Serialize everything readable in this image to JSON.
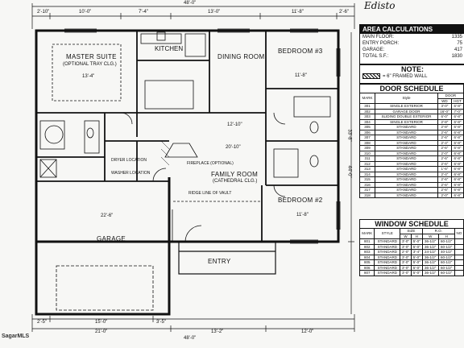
{
  "title_handwritten": "Edisto",
  "dimensions": {
    "top_overall": "48'-0\"",
    "top_parts": [
      "2'-10\"",
      "10'-0\"",
      "7'-4\"",
      "13'-0\"",
      "11'-8\"",
      "2'-6\""
    ],
    "bottom_overall": "48'-0\"",
    "bottom_parts": [
      "21'-0\"",
      "13'-2\"",
      "12'-0\""
    ],
    "bottom_inner": [
      "2'-5\"",
      "15'-0\"",
      "3'-5\""
    ],
    "right_side": [
      "33'-8\"",
      "44'-0\""
    ]
  },
  "rooms": {
    "master_suite": "MASTER SUITE",
    "master_note": "(OPTIONAL TRAY CLG.)",
    "master_dim": "13'-4\"",
    "kitchen": "KITCHEN",
    "dining": "DINING ROOM",
    "dining_dim": "12'-10\"",
    "bedroom3": "BEDROOM #3",
    "bedroom3_dim": "11'-8\"",
    "family": "FAMILY ROOM",
    "family_note": "(CATHEDRAL CLG.)",
    "family_dim": "20'-10\"",
    "bedroom2": "BEDROOM #2",
    "bedroom2_dim": "11'-8\"",
    "garage": "GARAGE",
    "garage_dim": "22'-6\"",
    "entry": "ENTRY",
    "fireplace": "FIREPLACE (OPTIONAL)",
    "dryer": "DRYER LOCATION",
    "washer": "WASHER LOCATION",
    "ridge": "RIDGE LINE OF VAULT"
  },
  "area_calc": {
    "title": "AREA CALCULATIONS",
    "rows": [
      {
        "label": "MAIN FLOOR:",
        "value": "1335"
      },
      {
        "label": "ENTRY PORCH:",
        "value": "75"
      },
      {
        "label": "GARAGE:",
        "value": "417"
      },
      {
        "label": "TOTAL S.F.:",
        "value": "1830"
      }
    ]
  },
  "note": {
    "title": "NOTE:",
    "text": "= 6\" FRAMED WALL"
  },
  "door_schedule": {
    "title": "DOOR SCHEDULE",
    "headers": [
      "MARK",
      "Style",
      "DOOR",
      "WD",
      "HGT"
    ],
    "rows": [
      [
        "301",
        "SINGLE EXTERIOR",
        "3'-0\"",
        "6'-8\""
      ],
      [
        "302",
        "GARAGE DOOR",
        "16'-0\"",
        "7'-0\""
      ],
      [
        "303",
        "SLIDING DOUBLE EXTERIOR",
        "6'-0\"",
        "6'-8\""
      ],
      [
        "304",
        "SINGLE EXTERIOR",
        "2'-8\"",
        "6'-8\""
      ],
      [
        "305",
        "STANDARD",
        "2'-8\"",
        "6'-8\""
      ],
      [
        "306",
        "STANDARD",
        "2'-6\"",
        "6'-8\""
      ],
      [
        "307",
        "STANDARD",
        "2'-6\"",
        "6'-8\""
      ],
      [
        "308",
        "STANDARD",
        "2'-4\"",
        "6'-8\""
      ],
      [
        "309",
        "STANDARD",
        "2'-6\"",
        "6'-8\""
      ],
      [
        "310",
        "STANDARD",
        "2'-0\"",
        "6'-8\""
      ],
      [
        "311",
        "STANDARD",
        "2'-6\"",
        "6'-8\""
      ],
      [
        "312",
        "STANDARD",
        "2'-6\"",
        "6'-8\""
      ],
      [
        "313",
        "STANDARD",
        "1'-6\"",
        "6'-8\""
      ],
      [
        "314",
        "STANDARD",
        "2'-4\"",
        "6'-8\""
      ],
      [
        "315",
        "STANDARD",
        "2'-6\"",
        "6'-8\""
      ],
      [
        "316",
        "STANDARD",
        "2'-6\"",
        "6'-8\""
      ],
      [
        "317",
        "STANDARD",
        "2'-6\"",
        "6'-8\""
      ],
      [
        "318",
        "STANDARD",
        "2'-0\"",
        "6'-8\""
      ]
    ]
  },
  "window_schedule": {
    "title": "WINDOW SCHEDULE",
    "headers": [
      "MARK",
      "STYLE",
      "SIZE",
      "R.O.",
      "NO"
    ],
    "sub": [
      "W",
      "H",
      "W",
      "H"
    ],
    "rows": [
      [
        "801",
        "STANDARD",
        "3'-0\"",
        "5'-0\"",
        "36-1/2\"",
        "60-1/2\""
      ],
      [
        "802",
        "STANDARD",
        "3'-0\"",
        "5'-0\"",
        "36-1/2\"",
        "60-1/2\""
      ],
      [
        "803",
        "STANDARD",
        "2'-0\"",
        "3'-4\"",
        "24-1/2\"",
        "40-1/2\""
      ],
      [
        "804",
        "STANDARD",
        "3'-0\"",
        "5'-0\"",
        "36-1/2\"",
        "60-1/2\""
      ],
      [
        "805",
        "STANDARD",
        "3'-0\"",
        "5'-0\"",
        "36-1/2\"",
        "60-1/2\""
      ],
      [
        "806",
        "STANDARD",
        "3'-0\"",
        "5'-0\"",
        "36-1/2\"",
        "60-1/2\""
      ],
      [
        "807",
        "STANDARD",
        "3'-0\"",
        "5'-0\"",
        "36-1/2\"",
        "60-1/2\""
      ]
    ]
  },
  "watermark": "SagarMLS"
}
